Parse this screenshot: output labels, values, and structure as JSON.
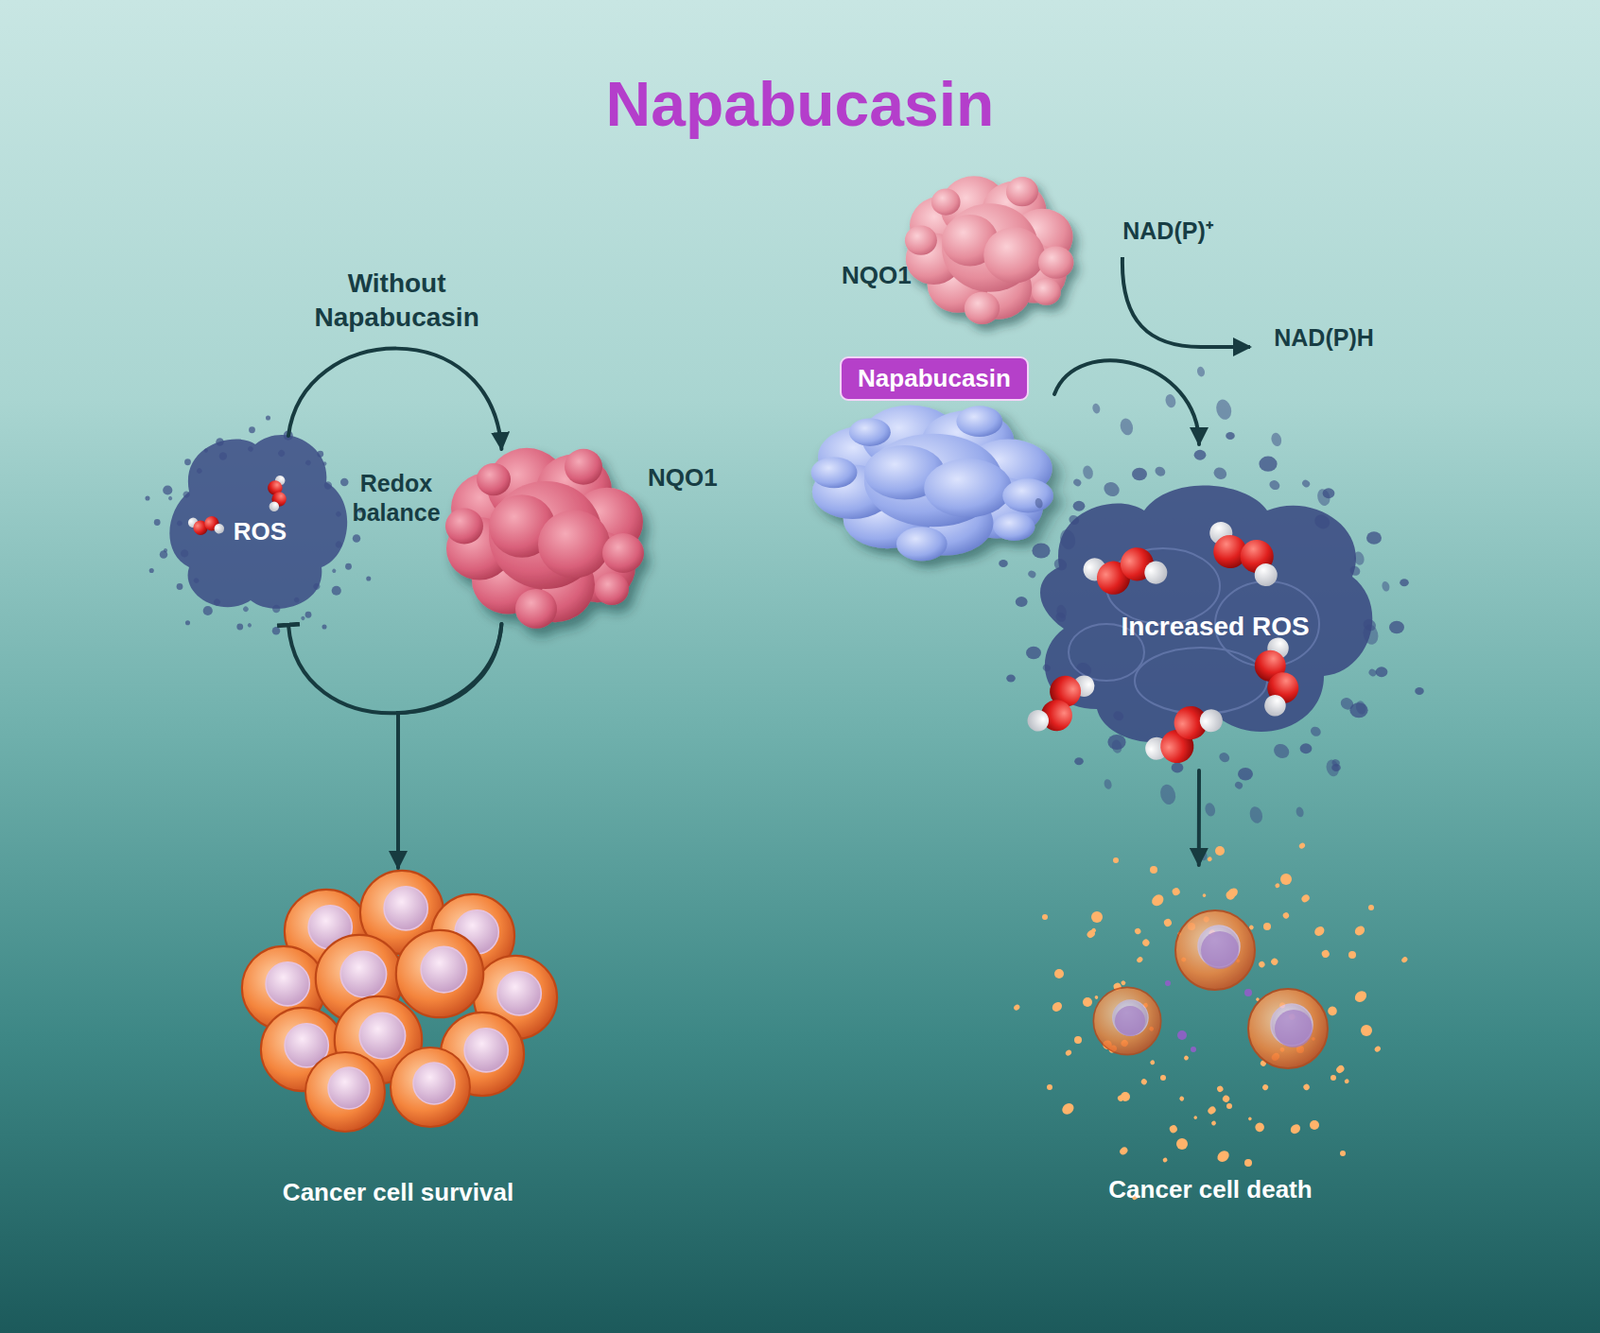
{
  "diagram": {
    "title": "Napabucasin",
    "nodes": [
      {
        "text": [
          "ROS"
        ]
      },
      {
        "text": [
          "NQO1"
        ]
      },
      {
        "text": [
          "Cancer cell survival"
        ]
      },
      {
        "text": [
          "NQO1"
        ]
      },
      {
        "text": [
          "Napabucasin"
        ]
      },
      {
        "text": [
          "Increased ROS"
        ]
      },
      {
        "text": [
          "Cancer cell death"
        ]
      }
    ],
    "edges": [
      {
        "from": 0,
        "to": 1,
        "arrow": "to",
        "label": "Without Napabucasin"
      },
      {
        "from": 1,
        "to": 0,
        "arrow": "to"
      },
      {
        "from": 1,
        "to": 2,
        "arrow": "to"
      },
      {
        "from": 4,
        "to": 5,
        "arrow": "to"
      },
      {
        "from": 5,
        "to": 6,
        "arrow": "to"
      }
    ],
    "labels": [
      "Redox balance",
      "NAD(P)⁺",
      "NAD(P)H"
    ]
  }
}
